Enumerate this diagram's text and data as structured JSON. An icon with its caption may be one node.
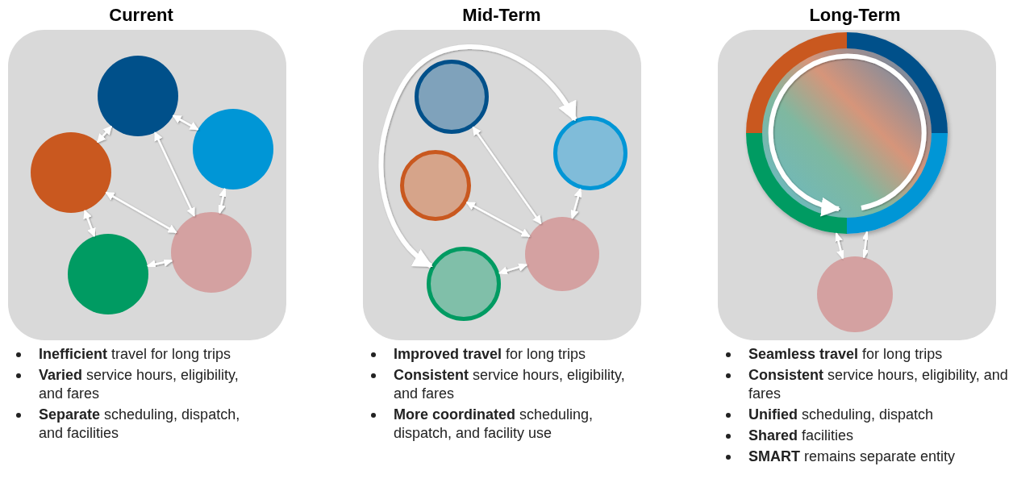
{
  "diagram": {
    "nodes": [
      {
        "text": [
          "Current"
        ],
        "beside": [
          "**Inefficient** travel for long trips",
          "**Varied** service hours, eligibility, and fares",
          "**Separate** scheduling, dispatch, and facilities"
        ]
      },
      {
        "text": [],
        "shape": "circle",
        "in": 0
      },
      {
        "text": [],
        "shape": "circle",
        "in": 0
      },
      {
        "text": [],
        "shape": "circle",
        "in": 0
      },
      {
        "text": [],
        "shape": "circle",
        "in": 0
      },
      {
        "text": [],
        "shape": "circle",
        "in": 0
      },
      {
        "text": [
          "Mid-Term"
        ],
        "beside": [
          "**Improved travel** for long trips",
          "**Consistent** service hours, eligibility, and fares",
          "**More coordinated** scheduling, dispatch, and facility use"
        ]
      },
      {
        "text": [],
        "shape": "circle",
        "in": 6
      },
      {
        "text": [],
        "shape": "circle",
        "in": 6
      },
      {
        "text": [],
        "shape": "circle",
        "in": 6
      },
      {
        "text": [],
        "shape": "circle",
        "in": 6
      },
      {
        "text": [],
        "shape": "circle",
        "in": 6
      },
      {
        "text": [
          "Long-Term"
        ],
        "beside": [
          "**Seamless travel** for long trips",
          "**Consistent** service hours, eligibility, and fares",
          "**Unified** scheduling, dispatch",
          "**Shared** facilities",
          "**SMART** remains separate entity"
        ]
      },
      {
        "text": [],
        "shape": "circle",
        "in": 12
      },
      {
        "text": [],
        "shape": "circle",
        "in": 12
      }
    ],
    "edges": [
      {
        "from": 1,
        "to": 3,
        "arrow": "both"
      },
      {
        "from": 1,
        "to": 2,
        "arrow": "both"
      },
      {
        "from": 1,
        "to": 4,
        "arrow": "both"
      },
      {
        "from": 2,
        "to": 4,
        "arrow": "both"
      },
      {
        "from": 3,
        "to": 4,
        "arrow": "both"
      },
      {
        "from": 3,
        "to": 5,
        "arrow": "both"
      },
      {
        "from": 5,
        "to": 4,
        "arrow": "both"
      },
      {
        "from": 7,
        "to": 10,
        "arrow": "both"
      },
      {
        "from": 8,
        "to": 10,
        "arrow": "both"
      },
      {
        "from": 9,
        "to": 10,
        "arrow": "both"
      },
      {
        "from": 11,
        "to": 10,
        "arrow": "both"
      },
      {
        "from": 11,
        "to": 8,
        "arrow": "both",
        "style": "thick"
      },
      {
        "from": 13,
        "to": 14,
        "arrow": "both"
      },
      {
        "from": 13,
        "to": 14,
        "arrow": "both"
      }
    ]
  }
}
